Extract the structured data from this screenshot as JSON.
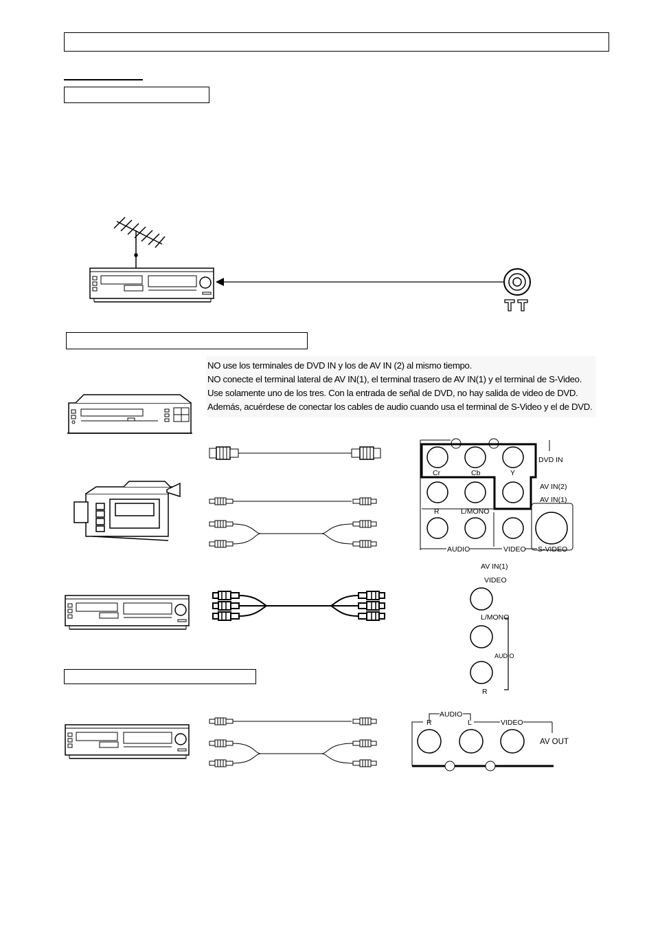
{
  "notes": [
    "NO use los terminales de DVD IN y los de AV IN (2) al mismo tiempo.",
    "NO conecte el terminal lateral de AV IN(1), el terminal trasero de AV IN(1) y el terminal de S-Video.",
    "Use solamente uno de los tres. Con la entrada de señal de DVD, no hay salida de video de DVD.",
    "Además, acuérdese de conectar los cables de audio cuando usa el terminal de S-Video y el de DVD."
  ],
  "rear_panel": {
    "dvd_in": "DVD IN",
    "cr": "Cr",
    "cb": "Cb",
    "y": "Y",
    "av_in2": "AV IN(2)",
    "av_in1": "AV IN(1)",
    "r": "R",
    "l_mono": "L/MONO",
    "audio": "AUDIO",
    "video": "VIDEO",
    "s_video": "S-VIDEO"
  },
  "side_panel": {
    "av_in1": "AV IN(1)",
    "video": "VIDEO",
    "l_mono": "L/MONO",
    "audio": "AUDIO",
    "r": "R"
  },
  "av_out_panel": {
    "audio": "AUDIO",
    "r": "R",
    "l": "L",
    "video": "VIDEO",
    "av_out": "AV OUT"
  }
}
